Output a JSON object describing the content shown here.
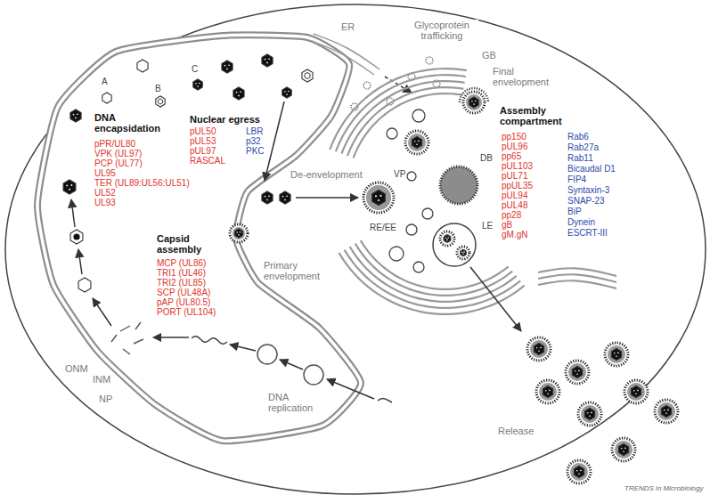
{
  "diagram": {
    "labels": [
      "ER",
      "Glycoprotein trafficking",
      "GB",
      "Final envelopment",
      "Assembly compartment",
      "pp150",
      "pUL96",
      "pp65",
      "pUL103",
      "pUL71",
      "ppUL35",
      "pUL94",
      "pUL48",
      "pp28",
      "gB",
      "gM.gN",
      "Rab6",
      "Rab27a",
      "Rab11",
      "Bicaudal D1",
      "FIP4",
      "Syntaxin-3",
      "SNAP-23",
      "BiP",
      "Dynein",
      "ESCRT-III",
      "VP",
      "DB",
      "RE/EE",
      "LE",
      "De-envelopment",
      "Primary envelopment",
      "DNA encapsidation",
      "pPR/UL80",
      "VPK (UL97)",
      "PCP (UL77)",
      "UL95",
      "TER (UL89:UL56:UL51)",
      "UL52",
      "UL93",
      "Nuclear egress",
      "pUL50",
      "pUL53",
      "pUL97",
      "RASCAL",
      "LBR",
      "p32",
      "PKC",
      "Capsid assembly",
      "MCP (UL86)",
      "TRI1 (UL46)",
      "TRI2 (UL85)",
      "SCP (UL48A)",
      "pAP (UL80.5)",
      "PORT (UL104)",
      "A",
      "B",
      "C",
      "DNA replication",
      "Release",
      "ONM",
      "INM",
      "NP",
      "TRENDS in Microbiology"
    ]
  }
}
